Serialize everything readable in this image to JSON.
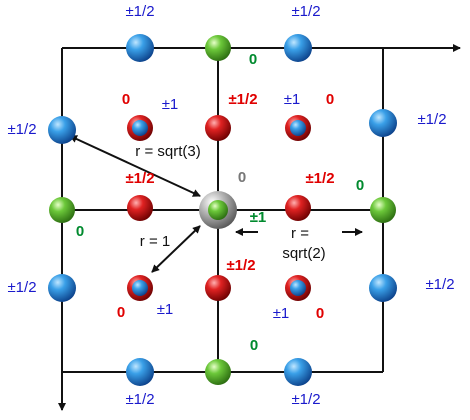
{
  "labels": {
    "top_left_charge": "±1/2",
    "top_right_charge": "±1/2",
    "top_center_zero": "0",
    "left_upper_charge": "±1/2",
    "left_lower_charge": "±1/2",
    "left_mid_zero": "0",
    "right_upper_charge": "±1/2",
    "right_lower_charge": "±1/2",
    "right_mid_zero": "0",
    "bottom_left_charge": "±1/2",
    "bottom_right_charge": "±1/2",
    "bottom_center_zero": "0",
    "ul_zero": "0",
    "ul_pm1": "±1",
    "ur_pm1": "±1",
    "ur_zero": "0",
    "ll_zero": "0",
    "ll_pm1": "±1",
    "lr_pm1": "±1",
    "lr_zero": "0",
    "center_top_half": "±1/2",
    "center_left_half": "±1/2",
    "center_right_half": "±1/2",
    "center_bottom_half": "±1/2",
    "center_zero": "0",
    "center_pm1": "±1",
    "r_sqrt3": "r = sqrt(3)",
    "r_one": "r = 1",
    "r_sqrt2_line1": "r =",
    "r_sqrt2_line2": "sqrt(2)"
  },
  "colors": {
    "blue_atom": "#1f7fd0",
    "red_atom": "#d41818",
    "green_atom": "#5cb82e",
    "center_atom": "#9a9a9a",
    "blue_text": "#1a1acc",
    "red_text": "#e00000",
    "green_text": "#008a2e"
  }
}
